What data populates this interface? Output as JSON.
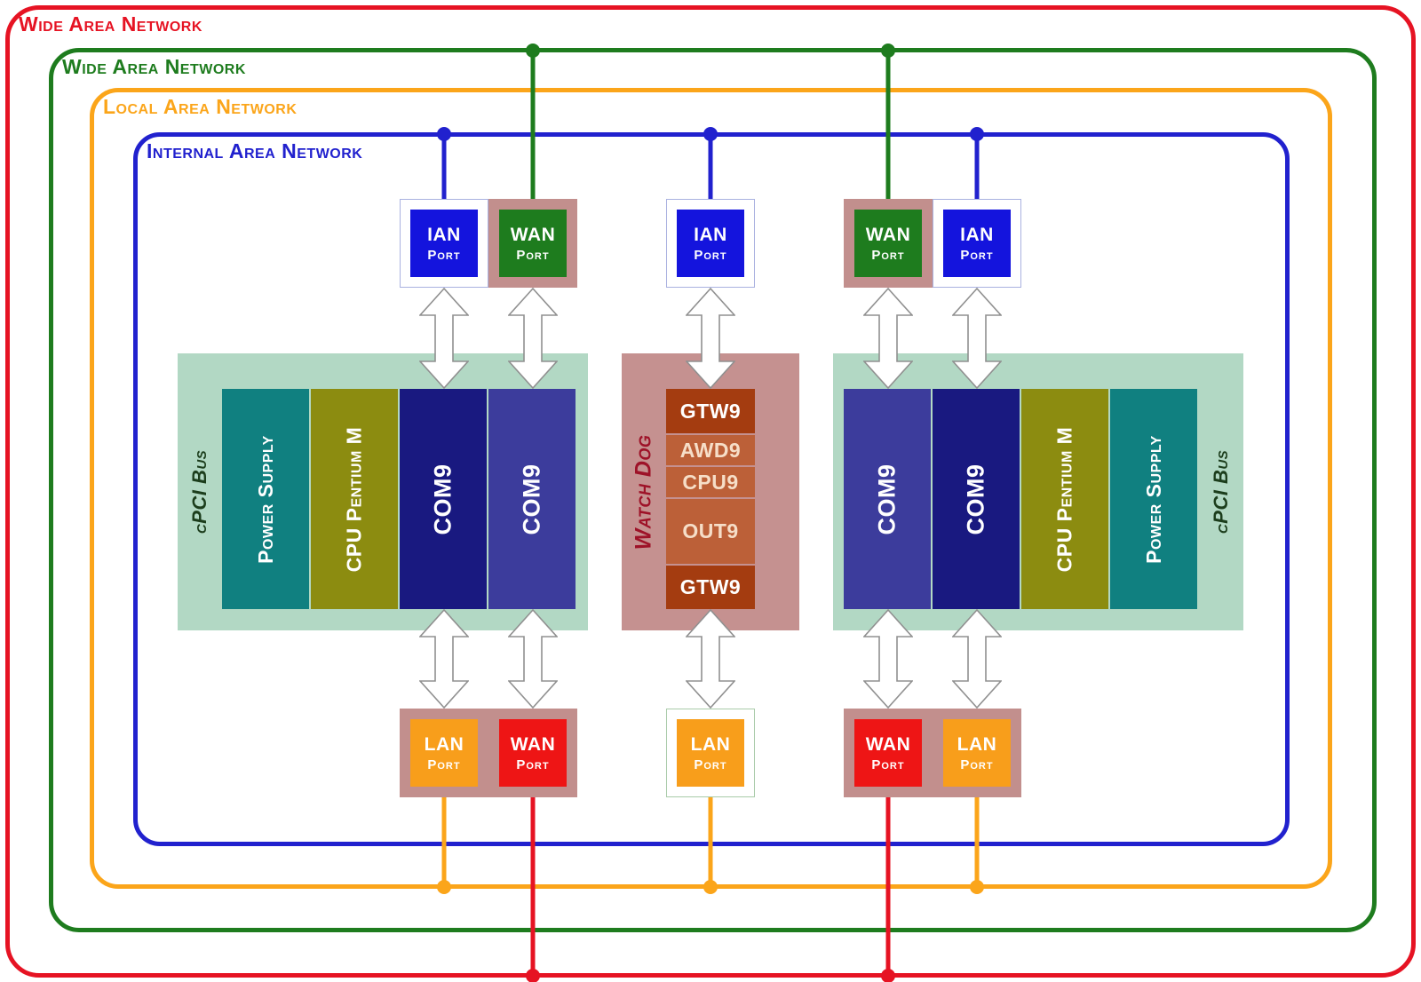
{
  "networks": [
    {
      "label": "Wide Area Network",
      "color": "#E61323"
    },
    {
      "label": "Wide Area Network",
      "color": "#1E7C1E"
    },
    {
      "label": "Local Area Network",
      "color": "#FBA51A"
    },
    {
      "label": "Internal Area Network",
      "color": "#2121CE"
    }
  ],
  "buses": {
    "left": {
      "label": "cPCI Bus",
      "cards": [
        "Power Supply",
        "CPU Pentium M",
        "COM9",
        "COM9"
      ]
    },
    "right": {
      "label": "cPCI Bus",
      "cards": [
        "COM9",
        "COM9",
        "CPU Pentium M",
        "Power Supply"
      ]
    }
  },
  "watchdog": {
    "label": "Watch Dog",
    "cards": [
      "GTW9",
      "AWD9",
      "CPU9",
      "OUT9",
      "GTW9"
    ]
  },
  "ports": {
    "top": [
      {
        "line1": "IAN",
        "line2": "Port"
      },
      {
        "line1": "WAN",
        "line2": "Port"
      },
      {
        "line1": "IAN",
        "line2": "Port"
      },
      {
        "line1": "WAN",
        "line2": "Port"
      },
      {
        "line1": "IAN",
        "line2": "Port"
      }
    ],
    "bottom": [
      {
        "line1": "LAN",
        "line2": "Port"
      },
      {
        "line1": "WAN",
        "line2": "Port"
      },
      {
        "line1": "LAN",
        "line2": "Port"
      },
      {
        "line1": "WAN",
        "line2": "Port"
      },
      {
        "line1": "LAN",
        "line2": "Port"
      }
    ]
  },
  "colors": {
    "wan_outer_boundary": "#E61323",
    "wan_inner_boundary": "#1E7C1E",
    "lan_boundary": "#FBA51A",
    "ian_boundary": "#2121CE",
    "ian_port_fill": "#1414DD",
    "wan_port_top_fill": "#1E7C1E",
    "wan_port_bottom_fill": "#EE1515",
    "lan_port_fill": "#F89E1B",
    "port_frame_mauve": "#C28F8D",
    "bus_background": "#B2D8C4",
    "power_supply": "#108080",
    "cpu_pentium": "#8C8C10",
    "com9_dark": "#191980",
    "com9_light": "#3C3C9C",
    "watchdog_background": "#C59190",
    "gtw9": "#A43C10",
    "watchdog_inner": "#BC6038"
  }
}
